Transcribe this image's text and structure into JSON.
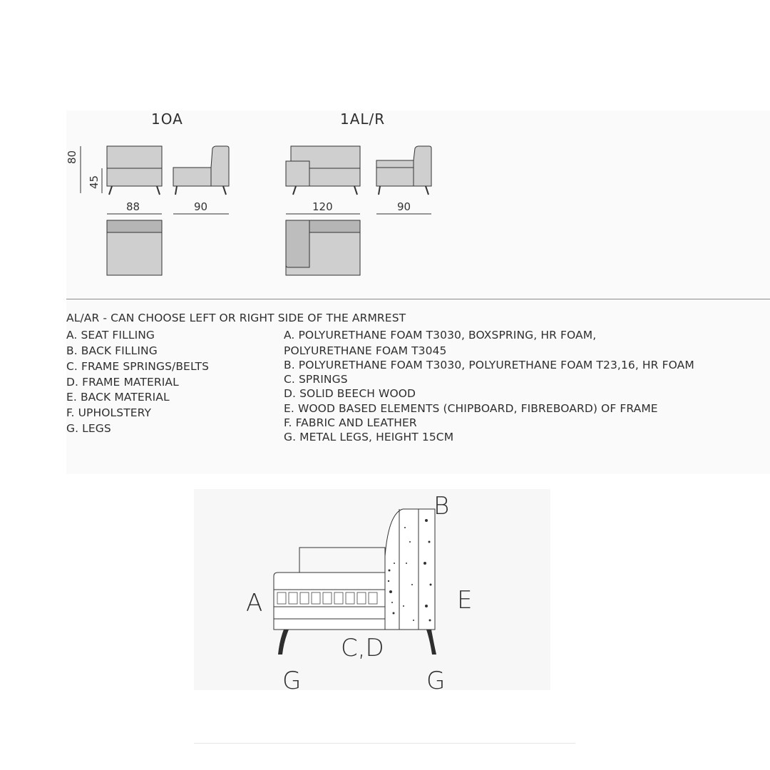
{
  "models": [
    {
      "code": "1OA",
      "front_width": "88",
      "side_depth": "90"
    },
    {
      "code": "1AL/R",
      "front_width": "120",
      "side_depth": "90"
    }
  ],
  "heights": {
    "total": "80",
    "seat": "45"
  },
  "armrest_note": "AL/AR - CAN CHOOSE LEFT OR RIGHT SIDE OF THE ARMREST",
  "spec_labels": [
    "A. SEAT FILLING",
    "B. BACK FILLING",
    "C. FRAME SPRINGS/BELTS",
    "D. FRAME MATERIAL",
    "E. BACK MATERIAL",
    "F. UPHOLSTERY",
    "G. LEGS"
  ],
  "spec_values": [
    "A. POLYURETHANE FOAM T3030, BOXSPRING, HR FOAM,",
    "POLYURETHANE FOAM T3045",
    "B. POLYURETHANE FOAM T3030, POLYURETHANE FOAM T23,16, HR FOAM",
    "C. SPRINGS",
    "D. SOLID BEECH WOOD",
    "E. WOOD BASED ELEMENTS (CHIPBOARD, FIBREBOARD) OF FRAME",
    "F. FABRIC AND LEATHER",
    "G. METAL LEGS, HEIGHT 15CM"
  ],
  "section_labels": {
    "a": "A",
    "b": "B",
    "cd": "C,D",
    "e": "E",
    "g_left": "G",
    "g_right": "G"
  },
  "colors": {
    "upholstery": "#cfcfcf",
    "outline": "#333333"
  }
}
